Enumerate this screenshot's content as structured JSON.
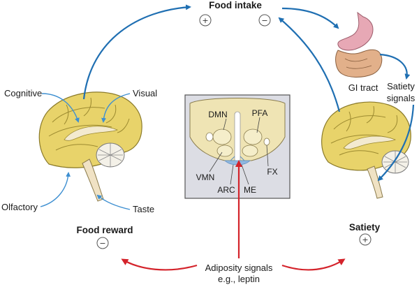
{
  "labels": {
    "food_intake": "Food intake",
    "food_reward": "Food reward",
    "satiety": "Satiety",
    "gi_tract": "GI tract",
    "satiety_signals_1": "Satiety",
    "satiety_signals_2": "signals",
    "cognitive": "Cognitive",
    "visual": "Visual",
    "olfactory": "Olfactory",
    "taste": "Taste",
    "adiposity_1": "Adiposity signals",
    "adiposity_2": "e.g., leptin"
  },
  "hypothalamus": {
    "dmn": "DMN",
    "pfa": "PFA",
    "vmn": "VMN",
    "arc": "ARC",
    "me": "ME",
    "fx": "FX"
  },
  "signs": {
    "food_intake_plus": "+",
    "food_intake_minus": "−",
    "food_reward": "−",
    "satiety": "+"
  },
  "colors": {
    "blue_arrow": "#1f6fb2",
    "red_arrow": "#d4232b",
    "brain_fill": "#e8d36a",
    "panel_fill": "#dcdde4",
    "median_eminence": "#8fb7e0"
  }
}
